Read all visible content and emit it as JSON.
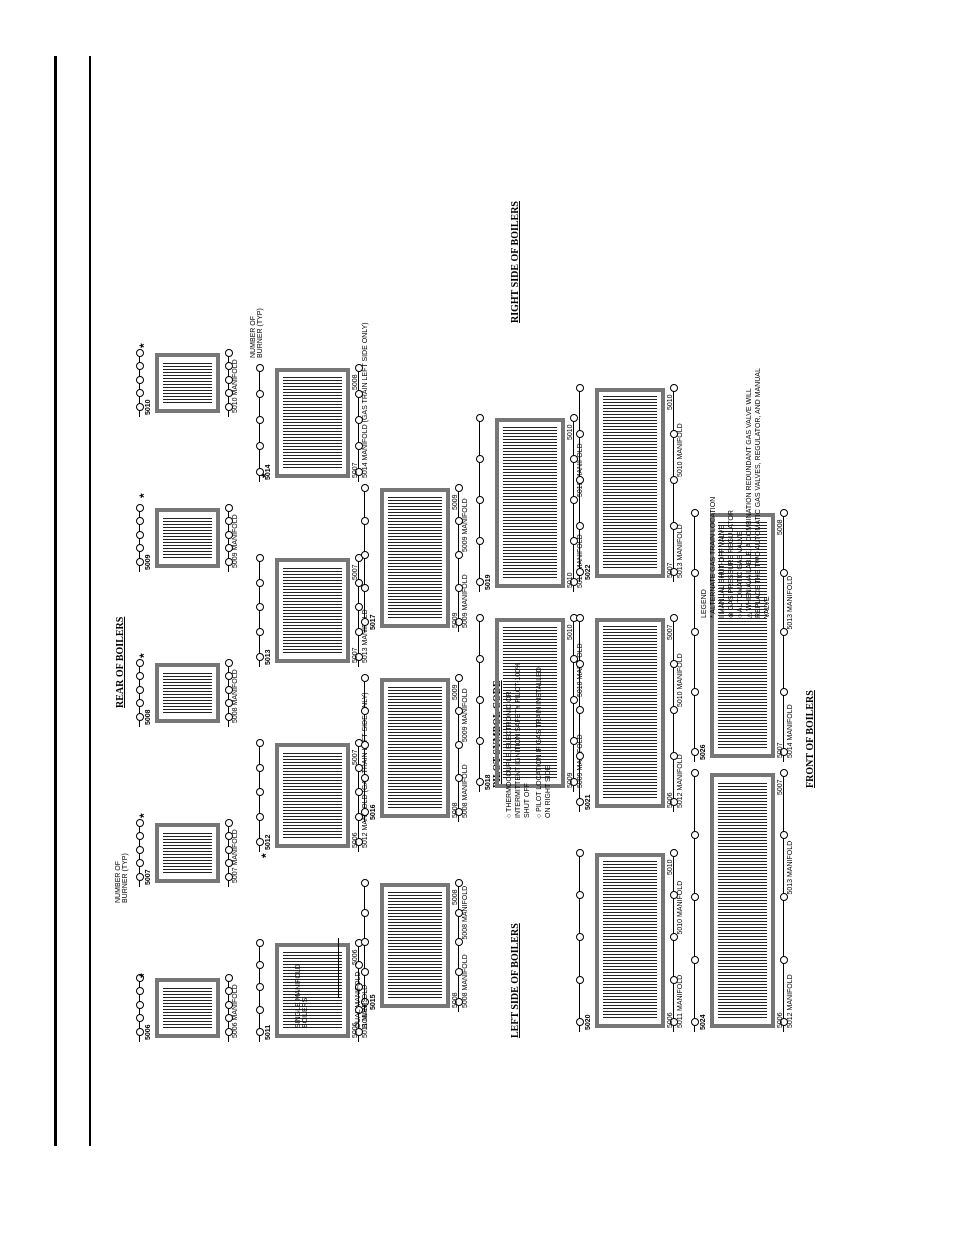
{
  "sections": {
    "rear": "REAR OF BOILERS",
    "right": "RIGHT SIDE OF BOILERS",
    "left": "LEFT SIDE OF BOILERS",
    "front": "FRONT OF BOILERS",
    "pilot": "PILOT SYMBOL CODE"
  },
  "rear_boilers": [
    {
      "id": "5006",
      "manifold": "5006 MANIFOLD"
    },
    {
      "id": "5007",
      "manifold": "5007 MANIFOLD"
    },
    {
      "id": "5008",
      "manifold": "5008 MANIFOLD"
    },
    {
      "id": "5009",
      "manifold": "5009 MANIFOLD"
    },
    {
      "id": "5010",
      "manifold": "5010 MANIFOLD"
    }
  ],
  "row2": [
    {
      "id": "5011",
      "manifold": "5011 MANIFOLD",
      "ports": [
        "5006",
        "5006"
      ]
    },
    {
      "id": "5012",
      "manifold": "5012 MANIFOLD (GAS TRAIN LEFT SIDE ONLY)",
      "ports": [
        "5006",
        "5007"
      ]
    },
    {
      "id": "5013",
      "manifold": "5013 MANIFOLD",
      "ports": [
        "5007",
        "5007"
      ]
    },
    {
      "id": "5014",
      "manifold": "5014 MANIFOLD (GAS TRAIN LEFT SIDE ONLY)",
      "ports": [
        "5007",
        "5008"
      ]
    }
  ],
  "row3": [
    {
      "id": "5015",
      "manifold_a": "5008 MANIFOLD",
      "manifold_b": "5008 MANIFOLD",
      "ports": [
        "5008",
        "5008"
      ]
    },
    {
      "id": "5016",
      "manifold_a": "5008 MANIFOLD",
      "manifold_b": "5009 MANIFOLD",
      "ports": [
        "5008",
        "5009"
      ]
    },
    {
      "id": "5017",
      "manifold_a": "5009 MANIFOLD",
      "manifold_b": "5009 MANIFOLD",
      "ports": [
        "5009",
        "5009"
      ]
    }
  ],
  "row4": [
    {
      "id": "5018",
      "manifold_a": "5009 MANIFOLD",
      "manifold_b": "5010 MANIFOLD",
      "ports": [
        "5009",
        "5010"
      ]
    },
    {
      "id": "5019",
      "manifold_a": "5010 MANIFOLD",
      "manifold_b": "5010 MANIFOLD",
      "ports": [
        "5010",
        "5010"
      ]
    }
  ],
  "row5": [
    {
      "id": "5020",
      "manifold_a": "5011 MANIFOLD",
      "manifold_b": "5010 MANIFOLD",
      "ports": [
        "5006",
        "5010"
      ]
    },
    {
      "id": "5021",
      "manifold_a": "5012 MANIFOLD",
      "manifold_b": "5010 MANIFOLD",
      "ports": [
        "5006",
        "5007"
      ]
    },
    {
      "id": "5022",
      "manifold_a": "5013 MANIFOLD",
      "manifold_b": "5010 MANIFOLD",
      "ports": [
        "5007",
        "5010"
      ]
    }
  ],
  "row6": [
    {
      "id": "5024",
      "manifold_a": "5012 MANIFOLD",
      "manifold_b": "5013 MANIFOLD",
      "ports": [
        "5006",
        "5007"
      ]
    },
    {
      "id": "5026",
      "manifold_a": "5014 MANIFOLD",
      "manifold_b": "5013 MANIFOLD",
      "ports": [
        "5007",
        "5008"
      ]
    }
  ],
  "annotations": {
    "number_of_burner": "NUMBER OF BURNER (TYP)",
    "number_of_burner_2": "NUMBER OF BURNER (TYP)",
    "single_manifold": "SINGLE MANIFOLD BOILERS",
    "dual_manifold": "DUAL MANIFOLD BOILERS"
  },
  "pilot_code": [
    "THERMOCOUPLE, ELECTRONIC OR INTERMITTENT IGNITION SAFETY PILOT-100% SHUT OFF",
    "PILOT LOCATION IF GAS TRAIN INSTALLED ON RIGHT SIDE"
  ],
  "legend": {
    "title": "LEGEND",
    "items": [
      "* ALTERNATE GAS TRAIN LOCATION",
      "MANUAL SHUT-OFF VALVE",
      "GAS PRESSURE REGULATOR",
      "AUTOMATIC GAS VALVE",
      "WHEN AVAILABLE, A COMBINATION REDUNDANT GAS VALVE WILL REPLACE THE TWO AUTOMATIC GAS VALVES, REGULATOR, AND MANUAL VALVE"
    ]
  }
}
